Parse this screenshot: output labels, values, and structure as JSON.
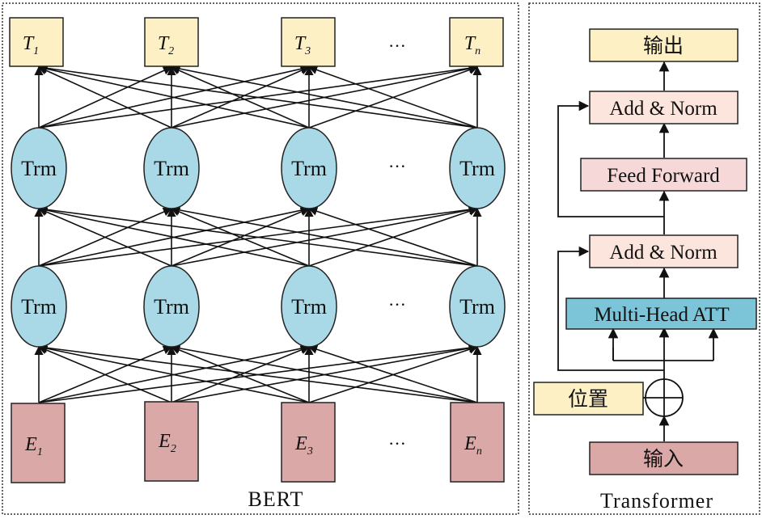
{
  "bert": {
    "caption": "BERT",
    "outputs": [
      {
        "main": "T",
        "sub": "1"
      },
      {
        "main": "T",
        "sub": "2"
      },
      {
        "main": "T",
        "sub": "3"
      },
      {
        "main": "T",
        "sub": "n"
      }
    ],
    "inputs": [
      {
        "main": "E",
        "sub": "1"
      },
      {
        "main": "E",
        "sub": "2"
      },
      {
        "main": "E",
        "sub": "3"
      },
      {
        "main": "E",
        "sub": "n"
      }
    ],
    "trm_label": "Trm",
    "ellipsis": "···"
  },
  "transformer": {
    "caption": "Transformer",
    "output_label": "输出",
    "add_norm_top": "Add & Norm",
    "feed_forward": "Feed Forward",
    "add_norm_bottom": "Add & Norm",
    "multi_head": "Multi-Head ATT",
    "position_label": "位置",
    "input_label": "输入"
  },
  "colors": {
    "output_fill": "#fdf0c5",
    "input_fill": "#dba8a8",
    "trm_fill": "#a9d8e6",
    "addnorm_fill": "#fbe5dc",
    "feedforward_fill": "#f6d8d8",
    "multihead_fill": "#7cc5d8",
    "position_fill": "#fdf0c5",
    "tinput_fill": "#dba8a8"
  }
}
